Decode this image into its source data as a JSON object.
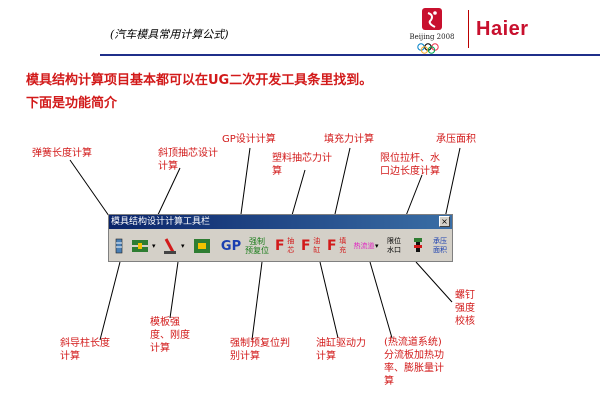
{
  "header": {
    "doc_title": "(汽车模具常用计算公式)",
    "brand": "Haier",
    "olympic_text": "Beijing 2008"
  },
  "headline": {
    "line1": "模具结构计算项目基本都可以在UG二次开发工具条里找到。",
    "line2": "下面是功能简介"
  },
  "toolbar": {
    "title": "模具结构设计计算工具栏",
    "close": "×",
    "buttons": {
      "gp": "GP",
      "force_reset": "强制\n预复位",
      "core_pull": "抽芯",
      "cylinder": "油缸",
      "fill": "填充",
      "hot_runner": "热流道",
      "water": "限位\n水口",
      "area": "承压\n面积"
    },
    "colors": {
      "title_bar": "#0a246a",
      "face": "#d4d0c8"
    }
  },
  "labels": {
    "spring": "弹簧长度计算",
    "lifter": "斜顶抽芯设计\n计算",
    "gp_calc": "GP设计计算",
    "plastic_core": "塑料抽芯力计\n算",
    "fill_force": "填充力计算",
    "limit_rod": "限位拉杆、水\n口边长度计算",
    "pressure_area": "承压面积",
    "guide_pin": "斜导柱长度\n计算",
    "plate": "模板强\n度、刚度\n计算",
    "force_reset": "强制预复位判\n别计算",
    "cylinder_force": "油缸驱动力\n计算",
    "hot_runner": "(热流道系统)\n分流板加热功\n率、膨胀量计\n算",
    "screw": "螺钉\n强度\n校核"
  },
  "colors": {
    "accent_red": "#d21a1a",
    "rule_blue": "#1f2f8a",
    "brand_red": "#c8102e"
  }
}
